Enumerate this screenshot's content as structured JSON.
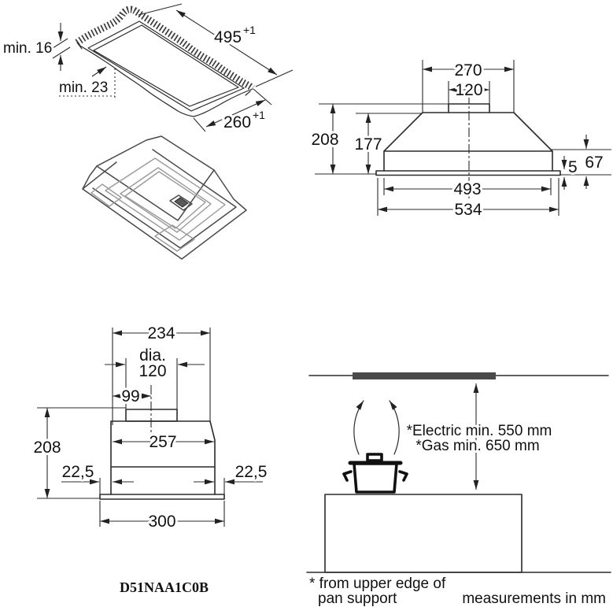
{
  "cutout": {
    "panel_min_thickness": "min. 16",
    "edge_min_clearance": "min. 23",
    "length": "495",
    "length_tol": "+1",
    "depth": "260",
    "depth_tol": "+1"
  },
  "front_view": {
    "top_span": "270",
    "duct_width": "120",
    "height_total": "208",
    "height_body": "177",
    "height_lower": "67",
    "flange_thickness": "5",
    "body_width": "493",
    "frame_width": "534"
  },
  "side_view": {
    "top_width": "234",
    "dia_label": "dia.",
    "dia_value": "120",
    "duct_offset": "99",
    "height_total": "208",
    "mid_width": "257",
    "overhang_left": "22,5",
    "overhang_right": "22,5",
    "frame_depth": "300"
  },
  "installation": {
    "electric_clearance": "*Electric min. 550 mm",
    "gas_clearance": "*Gas min. 650 mm",
    "footnote_line1": "* from upper edge of",
    "footnote_line2": "pan support"
  },
  "footer": {
    "model": "D51NAA1C0B",
    "units_note": "measurements in mm"
  },
  "colors": {
    "line": "#2b2b2b",
    "built_in_bar": "#4a4a4a"
  }
}
